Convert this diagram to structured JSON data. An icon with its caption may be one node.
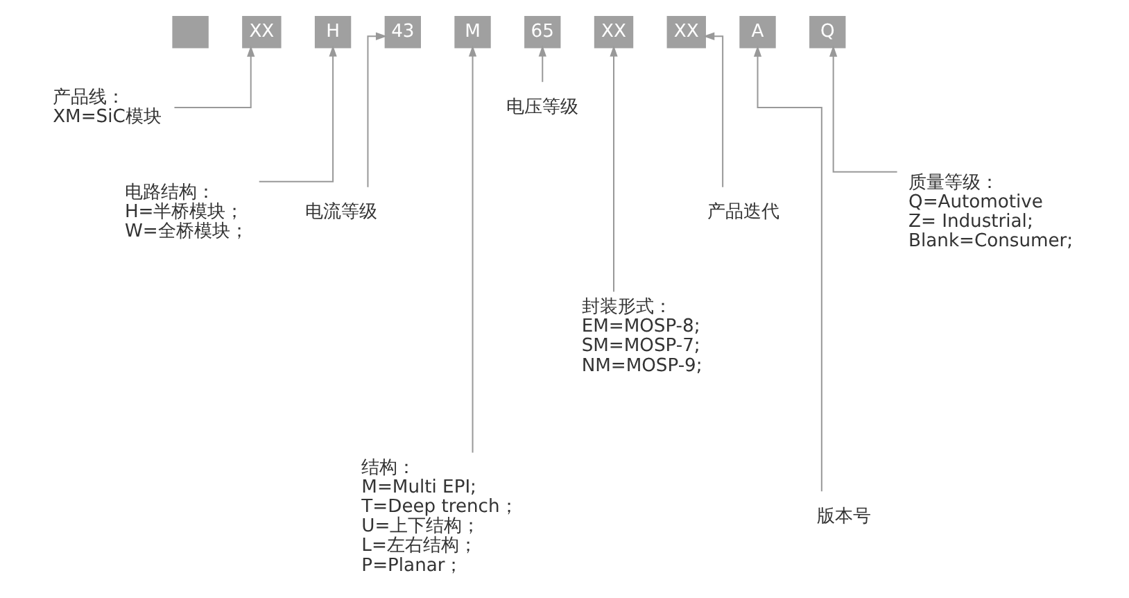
{
  "diagram": {
    "nodes": [
      {
        "text": [],
        "shape": "box"
      },
      {
        "text": [
          "XX"
        ]
      },
      {
        "text": [
          "H"
        ]
      },
      {
        "text": [
          "43"
        ]
      },
      {
        "text": [
          "M"
        ]
      },
      {
        "text": [
          "65"
        ]
      },
      {
        "text": [
          "XX"
        ]
      },
      {
        "text": [
          "XX"
        ]
      },
      {
        "text": [
          "A"
        ]
      },
      {
        "text": [
          "Q"
        ]
      },
      {
        "text": [
          "产品线：",
          "XM=SiC模块"
        ]
      },
      {
        "text": [
          "电路结构：",
          "H=半桥模块；",
          "W=全桥模块；"
        ]
      },
      {
        "text": [
          "电流等级"
        ]
      },
      {
        "text": [
          "结构：",
          "M=Multi EPI;",
          "T=Deep trench；",
          "U=上下结构；",
          "L=左右结构；",
          "P=Planar；"
        ]
      },
      {
        "text": [
          "电压等级"
        ]
      },
      {
        "text": [
          "封装形式：",
          "EM=MOSP-8;",
          "SM=MOSP-7;",
          "NM=MOSP-9;"
        ]
      },
      {
        "text": [
          "产品迭代"
        ]
      },
      {
        "text": [
          "版本号"
        ]
      },
      {
        "text": [
          "质量等级：",
          "Q=Automotive",
          "Z= Industrial;",
          "Blank=Consumer;"
        ]
      }
    ],
    "edges": [
      {
        "from": 10,
        "to": 1,
        "arrow": "to"
      },
      {
        "from": 11,
        "to": 2,
        "arrow": "to"
      },
      {
        "from": 12,
        "to": 3,
        "arrow": "to"
      },
      {
        "from": 13,
        "to": 4,
        "arrow": "to"
      },
      {
        "from": 14,
        "to": 5,
        "arrow": "to"
      },
      {
        "from": 15,
        "to": 6,
        "arrow": "to"
      },
      {
        "from": 16,
        "to": 7,
        "arrow": "to"
      },
      {
        "from": 17,
        "to": 8,
        "arrow": "to"
      },
      {
        "from": 18,
        "to": 9,
        "arrow": "to"
      }
    ]
  }
}
